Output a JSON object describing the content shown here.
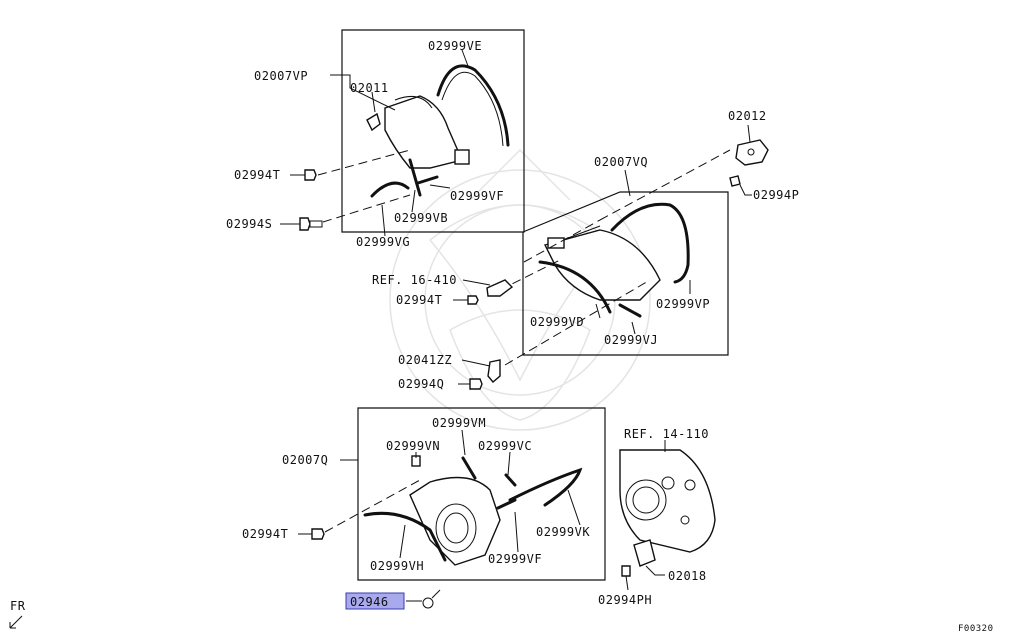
{
  "labels": {
    "l_02999VE": "02999VE",
    "l_02007VP": "02007VP",
    "l_02011": "02011",
    "l_02994T_a": "02994T",
    "l_02999VF_a": "02999VF",
    "l_02999VB": "02999VB",
    "l_02994S": "02994S",
    "l_02999VG": "02999VG",
    "l_02012": "02012",
    "l_02007VQ": "02007VQ",
    "l_02994P": "02994P",
    "l_REF16": "REF. 16-410",
    "l_02994T_b": "02994T",
    "l_02999VD": "02999VD",
    "l_02999VP": "02999VP",
    "l_02999VJ": "02999VJ",
    "l_02041ZZ": "02041ZZ",
    "l_02994Q": "02994Q",
    "l_02999VM": "02999VM",
    "l_REF14": "REF. 14-110",
    "l_02999VN": "02999VN",
    "l_02999VC": "02999VC",
    "l_02007Q": "02007Q",
    "l_02999VK": "02999VK",
    "l_02994T_c": "02994T",
    "l_02999VH": "02999VH",
    "l_02999VF_b": "02999VF",
    "l_02018": "02018",
    "l_02946": "02946",
    "l_02994PH": "02994PH",
    "l_FR": "FR",
    "l_F00320": "F00320"
  },
  "colors": {
    "line": "#111111",
    "highlight_fill": "#a9a9ee",
    "highlight_stroke": "#3b3bb0",
    "watermark": "#e4e4e4"
  }
}
